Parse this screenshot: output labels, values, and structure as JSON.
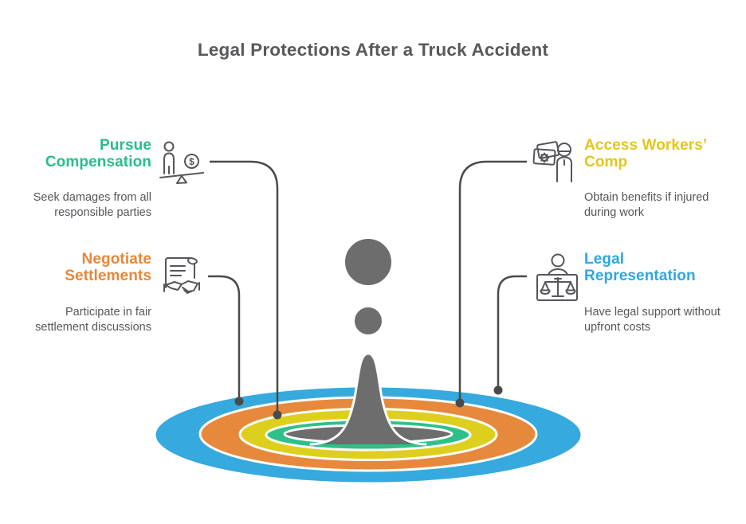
{
  "title": "Legal Protections After a Truck Accident",
  "colors": {
    "title_text": "#58595b",
    "body_text": "#55565b",
    "connector_line": "#4a4a4b",
    "icon_stroke": "#55565b",
    "droplet_gray": "#6d6d6d",
    "ripple_blue": "#36a9de",
    "ripple_orange": "#e6893c",
    "ripple_yellow": "#ddcf1d",
    "ripple_green": "#2fc089",
    "ripple_center_gray": "#6d6d6d",
    "white_gap": "#ffffff"
  },
  "sections": {
    "pursue_compensation": {
      "heading": "Pursue Compensation",
      "description": "Seek damages from all responsible parties",
      "accent": "#27bd8d",
      "icon": "balance-person-money-icon",
      "ripple_target": "green-ring"
    },
    "negotiate_settlements": {
      "heading": "Negotiate Settlements",
      "description": "Participate in fair settlement discussions",
      "accent": "#e5883c",
      "icon": "settlement-document-handshake-icon",
      "ripple_target": "orange-ring"
    },
    "access_workers_comp": {
      "heading": "Access Workers’ Comp",
      "description": "Obtain benefits if injured during work",
      "accent": "#e3c61b",
      "icon": "worker-id-cards-icon",
      "ripple_target": "yellow-ring"
    },
    "legal_representation": {
      "heading": "Legal Representation",
      "description": "Have legal support without upfront costs",
      "accent": "#2ea7de",
      "icon": "lawyer-scales-desk-icon",
      "ripple_target": "blue-ring"
    }
  }
}
